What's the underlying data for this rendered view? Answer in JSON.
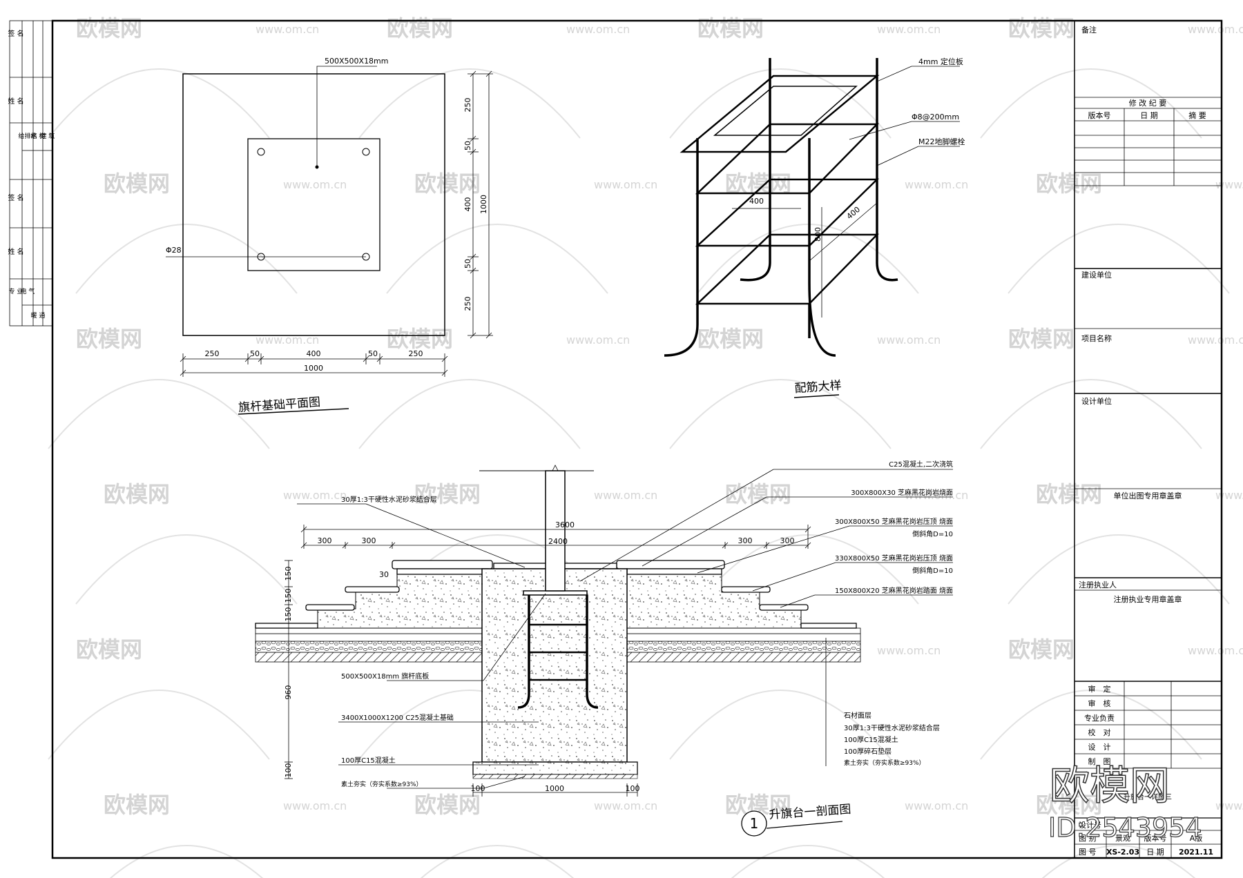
{
  "watermark": {
    "brand": "欧模网",
    "url": "www.om.cn",
    "big_brand": "欧模网",
    "id_text": "ID:2543954"
  },
  "left_strip": {
    "rows": [
      {
        "c1": "专 业",
        "c2": "电 气"
      },
      {
        "c1": "",
        "c2": "暖 通"
      },
      {
        "c1": "",
        "c2": "给排水"
      },
      {
        "c1": "",
        "c2": "结 构"
      },
      {
        "c1": "",
        "c2": "建 筑"
      }
    ],
    "cols": [
      "签 名",
      "姓 名",
      "签 名",
      "姓 名"
    ]
  },
  "plan_view": {
    "title": "旗杆基础平面图",
    "plate_label": "500X500X18mm",
    "hole_label": "Φ28",
    "bottom_dims": [
      "250",
      "50",
      "400",
      "50",
      "250"
    ],
    "bottom_total": "1000",
    "right_dims": [
      "250",
      "50",
      "400",
      "50",
      "250"
    ],
    "right_total": "1000"
  },
  "rebar_detail": {
    "title": "配筋大样",
    "labels": [
      "4mm 定位板",
      "Φ8@200mm",
      "M22地脚螺栓"
    ],
    "dims": [
      "400",
      "400",
      "800"
    ]
  },
  "section": {
    "title": "升旗台一剖面图",
    "number": "1",
    "left_labels": [
      "30厚1:3干硬性水泥砂浆结合层",
      "500X500X18mm 旗杆底板",
      "3400X1000X1200 C25混凝土基础",
      "100厚C15混凝土",
      "素土夯实（夯实系数≥93%）"
    ],
    "right_labels": [
      {
        "text": "C25混凝土,二次浇筑",
        "sub": ""
      },
      {
        "text": "300X800X30 芝麻黑花岗岩烧面",
        "sub": ""
      },
      {
        "text": "300X800X50 芝麻黑花岗岩压顶 烧面",
        "sub": "倒斜角D=10"
      },
      {
        "text": "330X800X50 芝麻黑花岗岩压顶 烧面",
        "sub": "倒斜角D=10"
      },
      {
        "text": "150X800X20 芝麻黑花岗岩踏面 烧面",
        "sub": ""
      }
    ],
    "layer_labels": [
      "石材面层",
      "30厚1:3干硬性水泥砂浆结合层",
      "100厚C15混凝土",
      "100厚碎石垫层",
      "素土夯实（夯实系数≥93%）"
    ],
    "top_dims": {
      "total": "3600",
      "inner": "2400",
      "left": [
        "300",
        "300"
      ],
      "right": [
        "300",
        "300"
      ]
    },
    "vertical_dims": [
      "150",
      "150",
      "150",
      "960",
      "100"
    ],
    "step_dim": "30",
    "bottom_dims": [
      "100",
      "1000",
      "100"
    ]
  },
  "title_block": {
    "remarks": "备注",
    "revision_title": "修 改 纪 要",
    "revision_headers": [
      "版本号",
      "日 期",
      "摘 要"
    ],
    "construction_unit": "建设单位",
    "project_name": "项目名称",
    "design_unit": "设计单位",
    "stamp_unit": "单位出图专用章盖章",
    "registered": "注册执业人",
    "stamp_registered": "注册执业专用章盖章",
    "roles": [
      "审　定",
      "审　核",
      "专业负责",
      "校　对",
      "设　计",
      "制　图"
    ],
    "drawing_name": "升旗台一详图三",
    "design_no": "设计号",
    "category_label": "图 别",
    "category_value": "景观",
    "version_label": "版本号",
    "version_value": "A版",
    "number_label": "图 号",
    "number_value": "XS-2.03",
    "date_label": "日 期",
    "date_value": "2021.11"
  }
}
